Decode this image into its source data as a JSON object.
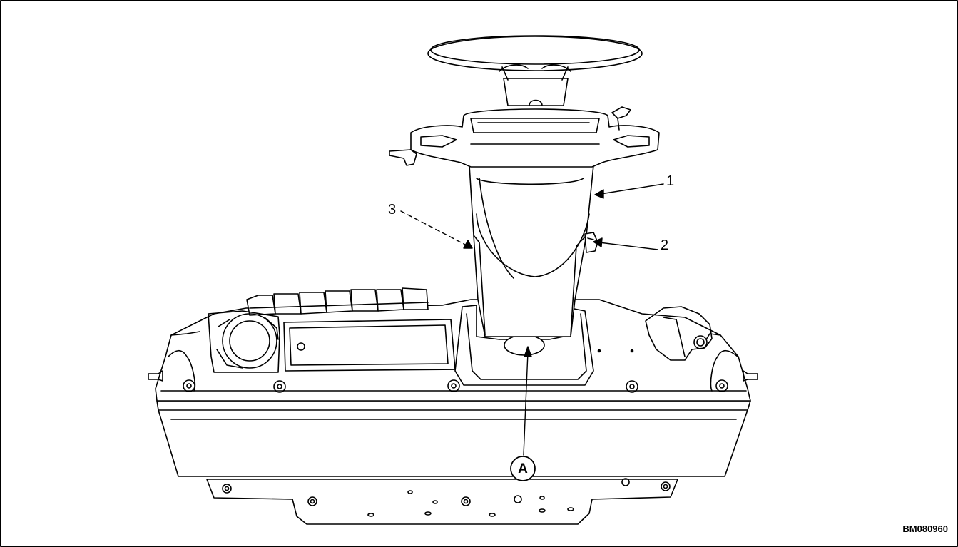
{
  "diagram": {
    "callouts": {
      "one": "1",
      "two": "2",
      "three": "3",
      "a": "A"
    },
    "figure_id": "BM080960"
  }
}
